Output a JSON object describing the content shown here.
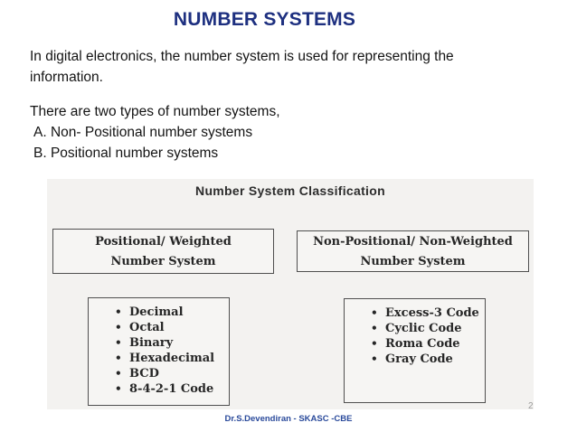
{
  "slide": {
    "title": "NUMBER SYSTEMS",
    "intro_lines": [
      "In digital electronics, the number system is used for representing the",
      "information."
    ],
    "types_lines": [
      "There are two types of number systems,",
      "A. Non- Positional number systems",
      "B. Positional number systems"
    ],
    "footer": "Dr.S.Devendiran - SKASC -CBE",
    "page_number": "2"
  },
  "diagram": {
    "title": "Number System Classification",
    "positional_box": {
      "line1": "Positional/ Weighted",
      "line2": "Number System"
    },
    "non_positional_box": {
      "line1": "Non-Positional/ Non-Weighted",
      "line2": "Number System"
    },
    "positional_items": [
      "Decimal",
      "Octal",
      "Binary",
      "Hexadecimal",
      "BCD",
      "8-4-2-1 Code"
    ],
    "non_positional_items": [
      "Excess-3 Code",
      "Cyclic Code",
      "Roma Code",
      "Gray Code"
    ]
  },
  "colors": {
    "title_blue": "#1e3080",
    "footer_blue": "#2a4a9b",
    "body_text": "#141414",
    "panel_background": "#f3f2f0",
    "box_border": "#4f4f4f",
    "page_number_gray": "#9a9a9a"
  }
}
